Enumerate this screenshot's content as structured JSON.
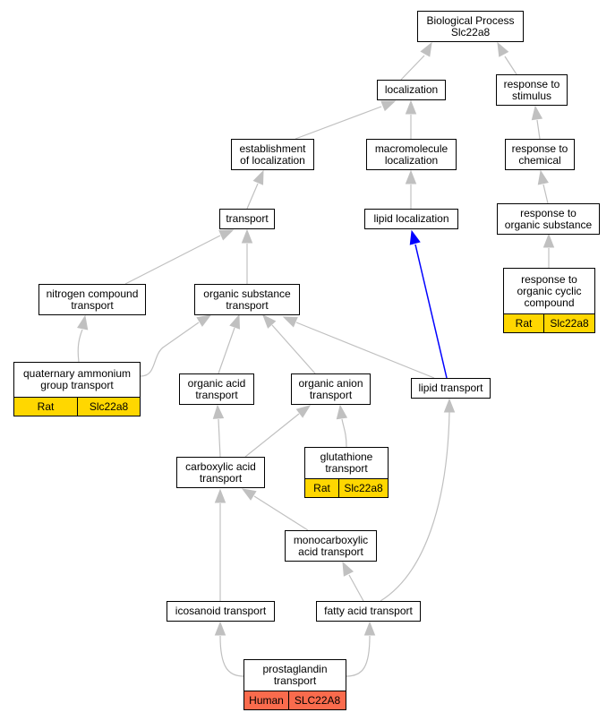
{
  "colors": {
    "edge": "#c0c0c0",
    "edge_highlight": "#0000ff",
    "rat_badge": "#ffd700",
    "human_badge": "#fa6b4d"
  },
  "nodes": {
    "bp": {
      "lines": [
        "Biological Process",
        "Slc22a8"
      ]
    },
    "localization": {
      "lines": [
        "localization"
      ]
    },
    "response_stimulus": {
      "lines": [
        "response to",
        "stimulus"
      ]
    },
    "establishment": {
      "lines": [
        "establishment",
        "of localization"
      ]
    },
    "macromolecule": {
      "lines": [
        "macromolecule",
        "localization"
      ]
    },
    "response_chemical": {
      "lines": [
        "response to",
        "chemical"
      ]
    },
    "transport": {
      "lines": [
        "transport"
      ]
    },
    "lipid_localization": {
      "lines": [
        "lipid localization"
      ]
    },
    "response_organic": {
      "lines": [
        "response to",
        "organic substance"
      ]
    },
    "nitrogen": {
      "lines": [
        "nitrogen compound",
        "transport"
      ]
    },
    "organic_substance": {
      "lines": [
        "organic substance",
        "transport"
      ]
    },
    "response_cyclic": {
      "lines": [
        "response to",
        "organic cyclic",
        "compound"
      ],
      "badge": [
        "Rat",
        "Slc22a8"
      ]
    },
    "quaternary": {
      "lines": [
        "quaternary ammonium",
        "group transport"
      ],
      "badge": [
        "Rat",
        "Slc22a8"
      ]
    },
    "organic_acid": {
      "lines": [
        "organic acid",
        "transport"
      ]
    },
    "organic_anion": {
      "lines": [
        "organic anion",
        "transport"
      ]
    },
    "lipid_transport": {
      "lines": [
        "lipid transport"
      ]
    },
    "glutathione": {
      "lines": [
        "glutathione",
        "transport"
      ],
      "badge": [
        "Rat",
        "Slc22a8"
      ]
    },
    "carboxylic": {
      "lines": [
        "carboxylic acid",
        "transport"
      ]
    },
    "monocarboxylic": {
      "lines": [
        "monocarboxylic",
        "acid transport"
      ]
    },
    "icosanoid": {
      "lines": [
        "icosanoid transport"
      ]
    },
    "fatty_acid": {
      "lines": [
        "fatty acid transport"
      ]
    },
    "prostaglandin": {
      "lines": [
        "prostaglandin",
        "transport"
      ],
      "badge": [
        "Human",
        "SLC22A8"
      ]
    }
  }
}
